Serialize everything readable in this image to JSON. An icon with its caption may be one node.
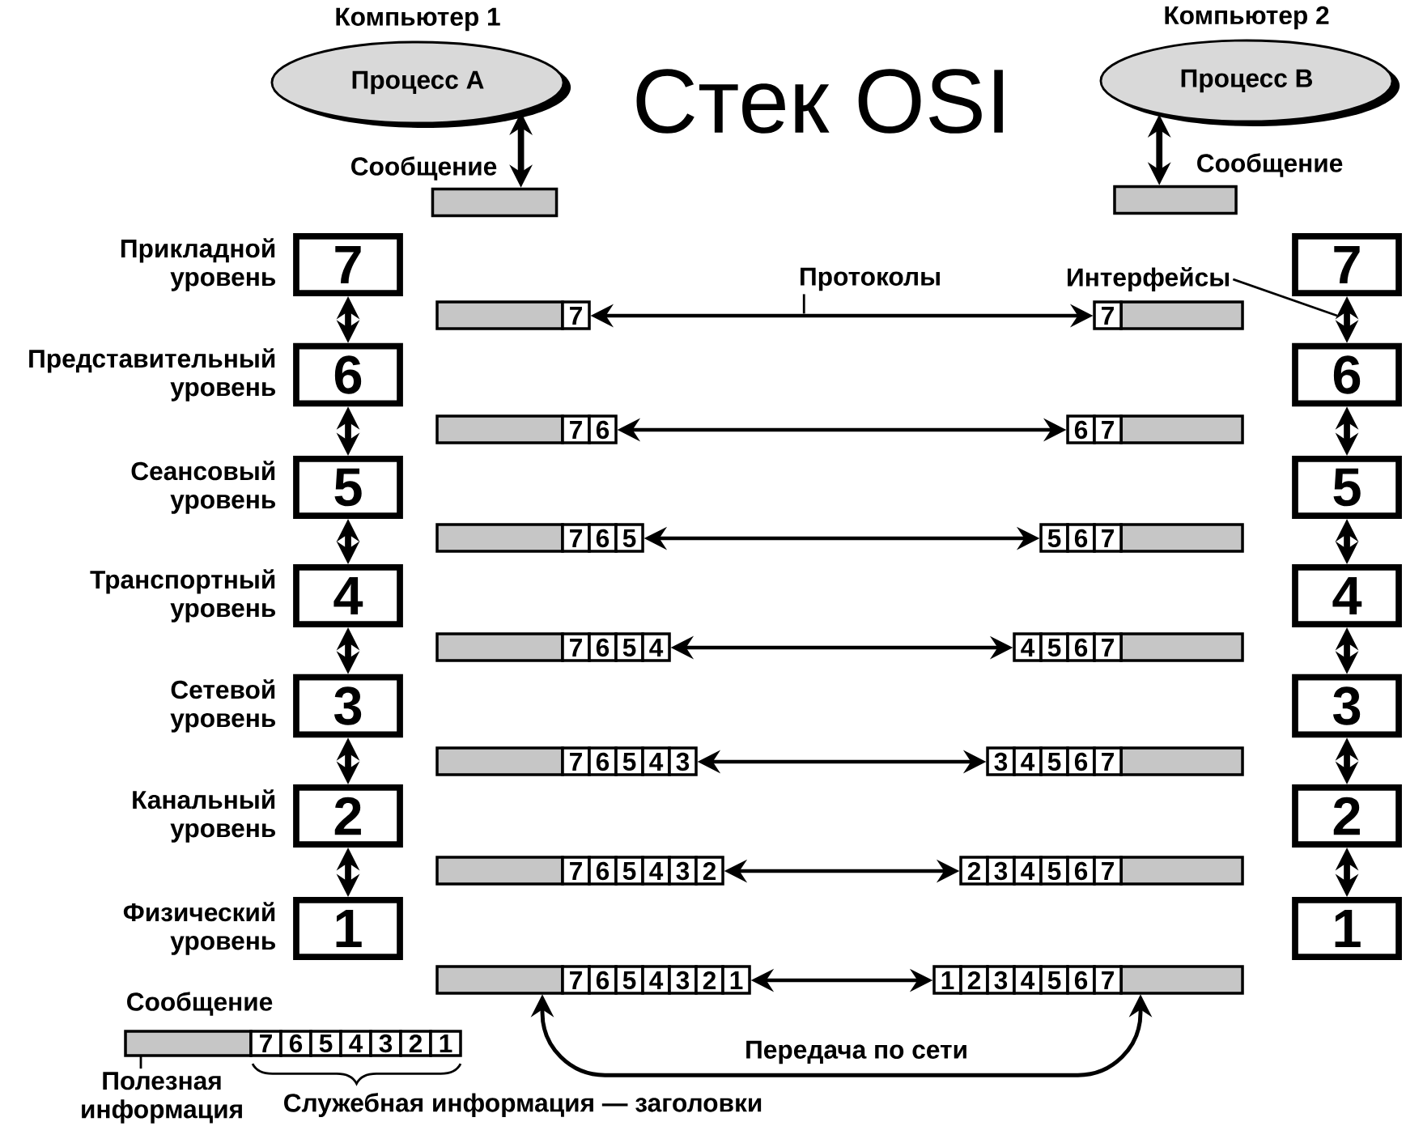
{
  "diagram": {
    "title": "Стек OSI",
    "nodes": [
      {
        "text": [
          "Процесс А"
        ],
        "beside": [
          "Компьютер 1"
        ]
      },
      {
        "text": [
          "Процесс В"
        ],
        "beside": [
          "Компьютер 2"
        ]
      },
      {
        "text": [],
        "shape": "bar"
      },
      {
        "text": [],
        "shape": "bar"
      },
      {
        "text": [
          "7"
        ],
        "beside": [
          "Прикладной уровень"
        ]
      },
      {
        "text": [
          "6"
        ],
        "beside": [
          "Представительный уровень"
        ]
      },
      {
        "text": [
          "5"
        ],
        "beside": [
          "Сеансовый уровень"
        ]
      },
      {
        "text": [
          "4"
        ],
        "beside": [
          "Транспортный уровень"
        ]
      },
      {
        "text": [
          "3"
        ],
        "beside": [
          "Сетевой уровень"
        ]
      },
      {
        "text": [
          "2"
        ],
        "beside": [
          "Канальный уровень"
        ]
      },
      {
        "text": [
          "1"
        ],
        "beside": [
          "Физический уровень"
        ]
      },
      {
        "text": [
          "7"
        ]
      },
      {
        "text": [
          "6"
        ]
      },
      {
        "text": [
          "5"
        ]
      },
      {
        "text": [
          "4"
        ]
      },
      {
        "text": [
          "3"
        ]
      },
      {
        "text": [
          "2"
        ]
      },
      {
        "text": [
          "1"
        ]
      },
      {
        "text": [
          "7"
        ]
      },
      {
        "text": [
          "7"
        ]
      },
      {
        "text": [
          "7",
          "6"
        ]
      },
      {
        "text": [
          "6",
          "7"
        ]
      },
      {
        "text": [
          "7",
          "6",
          "5"
        ]
      },
      {
        "text": [
          "5",
          "6",
          "7"
        ]
      },
      {
        "text": [
          "7",
          "6",
          "5",
          "4"
        ]
      },
      {
        "text": [
          "4",
          "5",
          "6",
          "7"
        ]
      },
      {
        "text": [
          "7",
          "6",
          "5",
          "4",
          "3"
        ]
      },
      {
        "text": [
          "3",
          "4",
          "5",
          "6",
          "7"
        ]
      },
      {
        "text": [
          "7",
          "6",
          "5",
          "4",
          "3",
          "2"
        ]
      },
      {
        "text": [
          "2",
          "3",
          "4",
          "5",
          "6",
          "7"
        ]
      },
      {
        "text": [
          "7",
          "6",
          "5",
          "4",
          "3",
          "2",
          "1"
        ]
      },
      {
        "text": [
          "1",
          "2",
          "3",
          "4",
          "5",
          "6",
          "7"
        ]
      },
      {
        "text": [
          "7",
          "6",
          "5",
          "4",
          "3",
          "2",
          "1"
        ],
        "beside": [
          "Сообщение"
        ]
      },
      {
        "text": [
          "Протоколы"
        ]
      },
      {
        "text": [
          "Интерфейсы"
        ]
      },
      {
        "text": [
          "Полезная информация"
        ]
      }
    ],
    "edges": [
      {
        "from": 0,
        "to": 2,
        "arrow": "both",
        "label": "Сообщение"
      },
      {
        "from": 1,
        "to": 3,
        "arrow": "both",
        "label": "Сообщение"
      },
      {
        "from": 4,
        "to": 5,
        "arrow": "both"
      },
      {
        "from": 5,
        "to": 6,
        "arrow": "both"
      },
      {
        "from": 6,
        "to": 7,
        "arrow": "both"
      },
      {
        "from": 7,
        "to": 8,
        "arrow": "both"
      },
      {
        "from": 8,
        "to": 9,
        "arrow": "both"
      },
      {
        "from": 9,
        "to": 10,
        "arrow": "both"
      },
      {
        "from": 11,
        "to": 12,
        "arrow": "both"
      },
      {
        "from": 12,
        "to": 13,
        "arrow": "both"
      },
      {
        "from": 13,
        "to": 14,
        "arrow": "both"
      },
      {
        "from": 14,
        "to": 15,
        "arrow": "both"
      },
      {
        "from": 15,
        "to": 16,
        "arrow": "both"
      },
      {
        "from": 16,
        "to": 17,
        "arrow": "both"
      },
      {
        "from": 18,
        "to": 19,
        "arrow": "both"
      },
      {
        "from": 20,
        "to": 21,
        "arrow": "both"
      },
      {
        "from": 22,
        "to": 23,
        "arrow": "both"
      },
      {
        "from": 24,
        "to": 25,
        "arrow": "both"
      },
      {
        "from": 26,
        "to": 27,
        "arrow": "both"
      },
      {
        "from": 28,
        "to": 29,
        "arrow": "both"
      },
      {
        "from": 30,
        "to": 31,
        "arrow": "both"
      },
      {
        "from": 30,
        "to": 31,
        "arrow": "both",
        "label": "Передача по сети"
      },
      {
        "from": 33,
        "to": null,
        "arrow": "none"
      },
      {
        "from": 34,
        "to": null,
        "arrow": "none"
      },
      {
        "from": 35,
        "to": 32,
        "arrow": "none"
      }
    ],
    "labels": [
      "Служебная информация — заголовки"
    ]
  }
}
